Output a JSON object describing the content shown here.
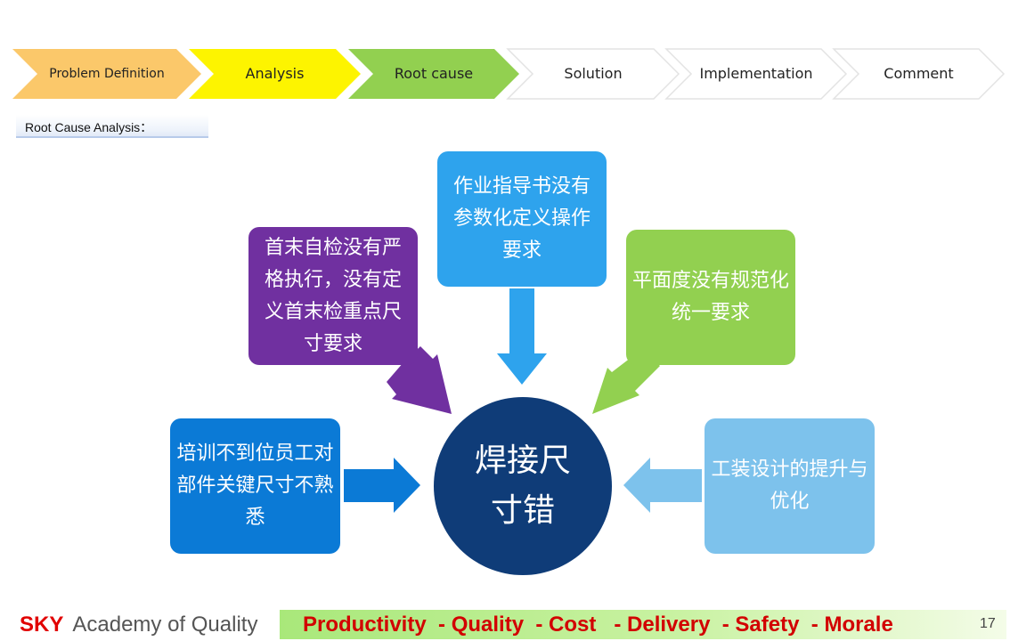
{
  "process_steps": [
    {
      "label": "Problem Definition",
      "color": "#fbc86a"
    },
    {
      "label": "Analysis",
      "color": "#fdf400"
    },
    {
      "label": "Root cause",
      "color": "#92d050"
    },
    {
      "label": "Solution",
      "color": "#ffffff"
    },
    {
      "label": "Implementation",
      "color": "#ffffff"
    },
    {
      "label": "Comment",
      "color": "#ffffff"
    }
  ],
  "section_heading": "Root Cause Analysis：",
  "diagram": {
    "center": {
      "text": "焊接尺寸错",
      "color": "#0f3c78"
    },
    "causes": [
      {
        "id": "top",
        "text": "作业指导书没有参数化定义操作要求",
        "color": "#2ea3ed"
      },
      {
        "id": "upper-left",
        "text": "首末自检没有严格执行，没有定义首末检重点尺寸要求",
        "color": "#7030a0"
      },
      {
        "id": "upper-right",
        "text": "平面度没有规范化统一要求",
        "color": "#92d050"
      },
      {
        "id": "left",
        "text": "培训不到位员工对部件关键尺寸不熟悉",
        "color": "#0b7ad6"
      },
      {
        "id": "right",
        "text": "工装设计的提升与优化",
        "color": "#7dc2ec"
      }
    ]
  },
  "footer": {
    "brand": "SKY",
    "organization": "Academy of Quality",
    "values": "Productivity  - Quality  - Cost   - Delivery  - Safety  - Morale",
    "page_number": "17"
  }
}
